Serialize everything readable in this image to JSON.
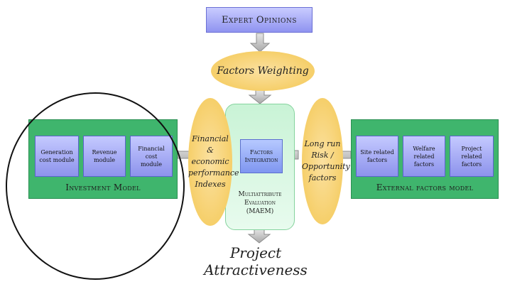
{
  "nodes": {
    "expert_opinions": "Expert Opinions",
    "factors_weighting": "Factors Weighting",
    "financial_indices": [
      "Financial &",
      "economic",
      "performance",
      "Indexes"
    ],
    "risk_factors": [
      "Long run",
      "Risk /",
      "Opportunity",
      "factors"
    ],
    "factors_integration": "Factors\nIntegration",
    "maem": "Multiattribute\nEvaluation\n(MAEM)",
    "project_attractiveness": [
      "Project",
      "Attractiveness"
    ]
  },
  "investment_model": {
    "label": "Investment Model",
    "modules": [
      "Generation\ncost module",
      "Revenue\nmodule",
      "Financial\ncost\nmodule"
    ]
  },
  "external_model": {
    "label": "External factors model",
    "modules": [
      "Site related\nfactors",
      "Welfare\nrelated\nfactors",
      "Project\nrelated\nfactors"
    ]
  },
  "colors": {
    "blue_box": "#8f93f0",
    "gold_ellipse": "#f6cf6a",
    "green_model": "#3fb56d",
    "arrow_grey": "#b5b5b5"
  }
}
